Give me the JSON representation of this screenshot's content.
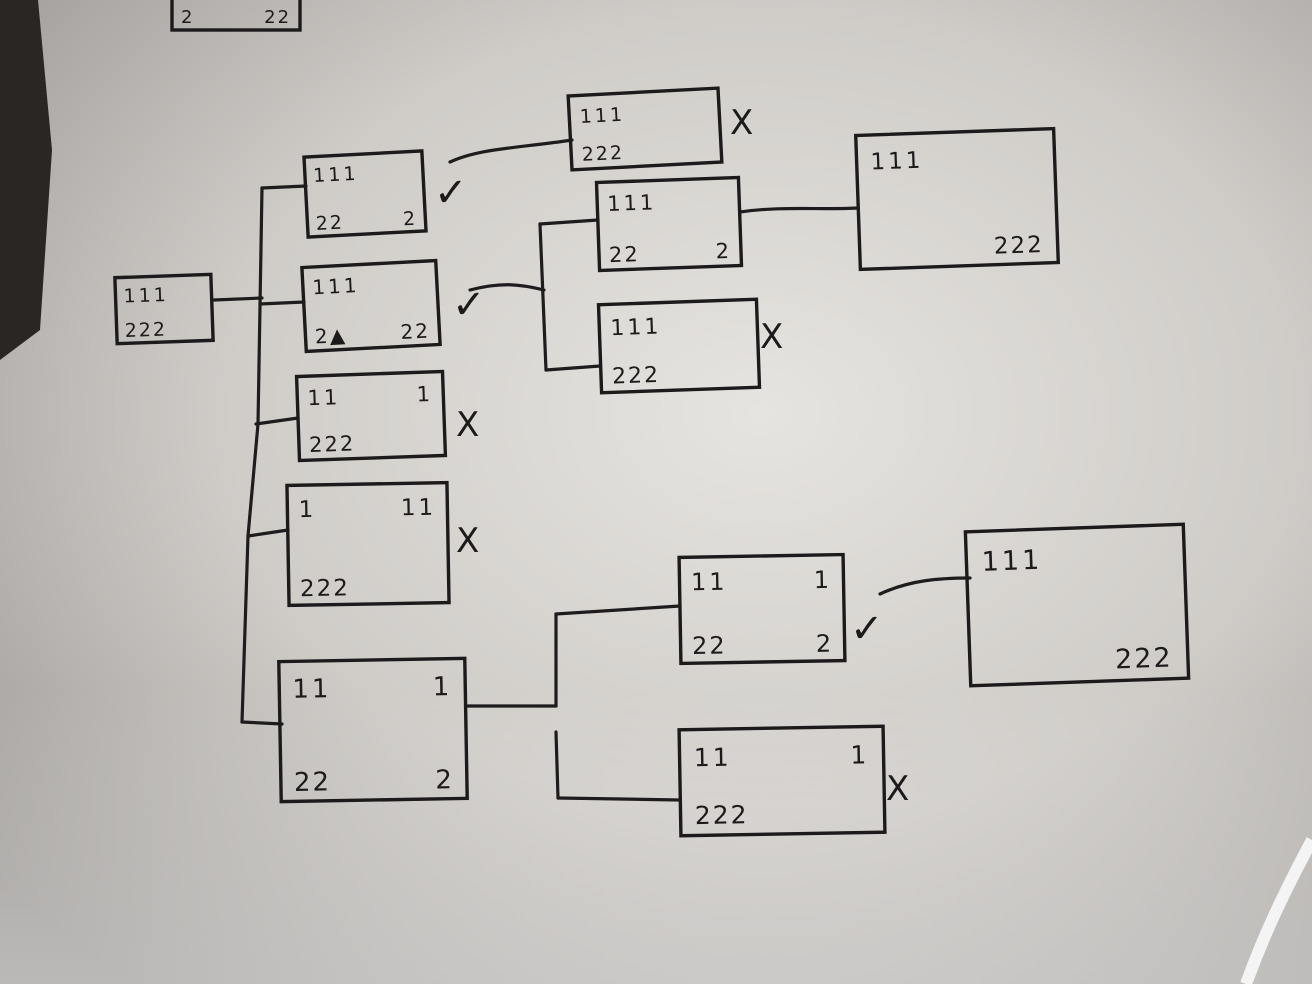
{
  "diagram": {
    "nodes": [
      {
        "id": "top-left-fragment",
        "tl": "",
        "tr": "",
        "bl": "2",
        "br": "22"
      },
      {
        "id": "root",
        "tl": "111",
        "tr": "",
        "bl": "222",
        "br": ""
      },
      {
        "id": "a1",
        "tl": "111",
        "tr": "",
        "bl": "22",
        "br": "2"
      },
      {
        "id": "a2",
        "tl": "111",
        "tr": "",
        "bl": "2▲",
        "br": "22"
      },
      {
        "id": "a3",
        "tl": "11",
        "tr": "1",
        "bl": "222",
        "br": ""
      },
      {
        "id": "a4",
        "tl": "1",
        "tr": "11",
        "bl": "222",
        "br": ""
      },
      {
        "id": "a5",
        "tl": "11",
        "tr": "1",
        "bl": "22",
        "br": "2"
      },
      {
        "id": "b1",
        "tl": "111",
        "tr": "",
        "bl": "222",
        "br": ""
      },
      {
        "id": "b2",
        "tl": "111",
        "tr": "",
        "bl": "22",
        "br": "2"
      },
      {
        "id": "b3",
        "tl": "111",
        "tr": "",
        "bl": "222",
        "br": ""
      },
      {
        "id": "c1",
        "tl": "111",
        "tr": "",
        "bl": "",
        "br": "222"
      },
      {
        "id": "d1",
        "tl": "11",
        "tr": "1",
        "bl": "22",
        "br": "2"
      },
      {
        "id": "d2",
        "tl": "11",
        "tr": "1",
        "bl": "222",
        "br": ""
      },
      {
        "id": "e1",
        "tl": "111",
        "tr": "",
        "bl": "",
        "br": "222"
      }
    ],
    "marks": [
      {
        "id": "a1-mark",
        "text": "✓"
      },
      {
        "id": "a2-mark",
        "text": "✓"
      },
      {
        "id": "a3-mark",
        "text": "X"
      },
      {
        "id": "a4-mark",
        "text": "X"
      },
      {
        "id": "b1-mark",
        "text": "X"
      },
      {
        "id": "b3-mark",
        "text": "X"
      },
      {
        "id": "d1-mark",
        "text": "✓"
      },
      {
        "id": "d2-mark",
        "text": "X"
      }
    ]
  }
}
